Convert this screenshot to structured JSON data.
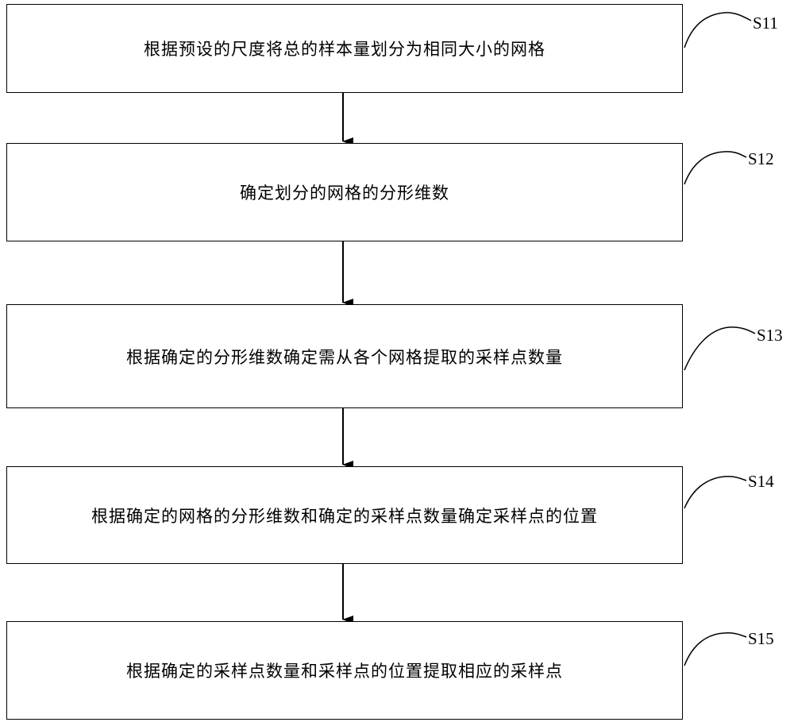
{
  "steps": [
    {
      "text": "根据预设的尺度将总的样本量划分为相同大小的网格",
      "label": "S11"
    },
    {
      "text": "确定划分的网格的分形维数",
      "label": "S12"
    },
    {
      "text": "根据确定的分形维数确定需从各个网格提取的采样点数量",
      "label": "S13"
    },
    {
      "text": "根据确定的网格的分形维数和确定的采样点数量确定采样点的位置",
      "label": "S14"
    },
    {
      "text": "根据确定的采样点数量和采样点的位置提取相应的采样点",
      "label": "S15"
    }
  ]
}
